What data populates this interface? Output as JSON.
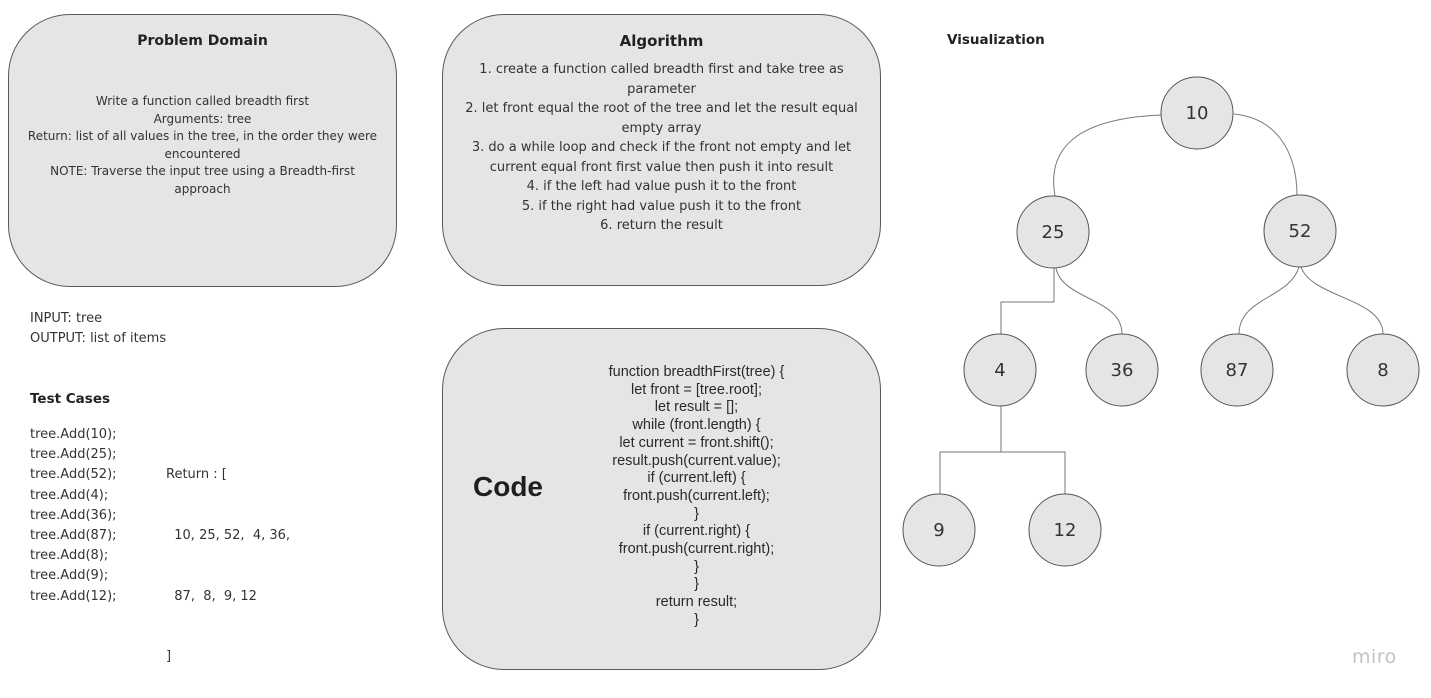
{
  "problem_domain": {
    "title": "Problem Domain",
    "lines": [
      "Write a function called breadth first",
      "Arguments: tree",
      "Return: list of all values in the tree, in the order they were encountered",
      "NOTE: Traverse the input tree using a Breadth-first approach"
    ]
  },
  "algorithm": {
    "title": "Algorithm",
    "steps": [
      "1. create a function called breadth first and take tree as parameter",
      "2. let front equal the root of the tree and let the result equal empty array",
      "3. do a while loop and check if the front not empty and let current equal front first value then push it into result",
      "4. if the left had value push it to the front",
      "5. if the right had value push it to the front",
      "6. return the result"
    ]
  },
  "io": {
    "input": "INPUT: tree",
    "output": "OUTPUT: list of items"
  },
  "tests": {
    "title": "Test Cases",
    "calls": [
      "tree.Add(10);",
      "tree.Add(25);",
      "tree.Add(52);",
      "tree.Add(4);",
      "tree.Add(36);",
      "tree.Add(87);",
      "tree.Add(8);",
      "tree.Add(9);",
      "tree.Add(12);"
    ],
    "return_lines": [
      "Return : [",
      "  10, 25, 52,  4, 36,",
      "  87,  8,  9, 12",
      "]"
    ]
  },
  "code": {
    "label": "Code",
    "lines": [
      "function breadthFirst(tree) {",
      "let front = [tree.root];",
      "let result = [];",
      "while (front.length) {",
      "let current = front.shift();",
      "result.push(current.value);",
      "if (current.left) {",
      "front.push(current.left);",
      "}",
      "if (current.right) {",
      "front.push(current.right);",
      "}",
      "}",
      "return result;",
      "}"
    ]
  },
  "visualization": {
    "title": "Visualization",
    "nodes": [
      {
        "id": "n10",
        "label": "10"
      },
      {
        "id": "n25",
        "label": "25"
      },
      {
        "id": "n52",
        "label": "52"
      },
      {
        "id": "n4",
        "label": "4"
      },
      {
        "id": "n36",
        "label": "36"
      },
      {
        "id": "n87",
        "label": "87"
      },
      {
        "id": "n8",
        "label": "8"
      },
      {
        "id": "n9",
        "label": "9"
      },
      {
        "id": "n12",
        "label": "12"
      }
    ],
    "edges": [
      [
        "n10",
        "n25"
      ],
      [
        "n10",
        "n52"
      ],
      [
        "n25",
        "n4"
      ],
      [
        "n25",
        "n36"
      ],
      [
        "n52",
        "n87"
      ],
      [
        "n52",
        "n8"
      ],
      [
        "n4",
        "n9"
      ],
      [
        "n4",
        "n12"
      ]
    ]
  },
  "watermark": "miro"
}
